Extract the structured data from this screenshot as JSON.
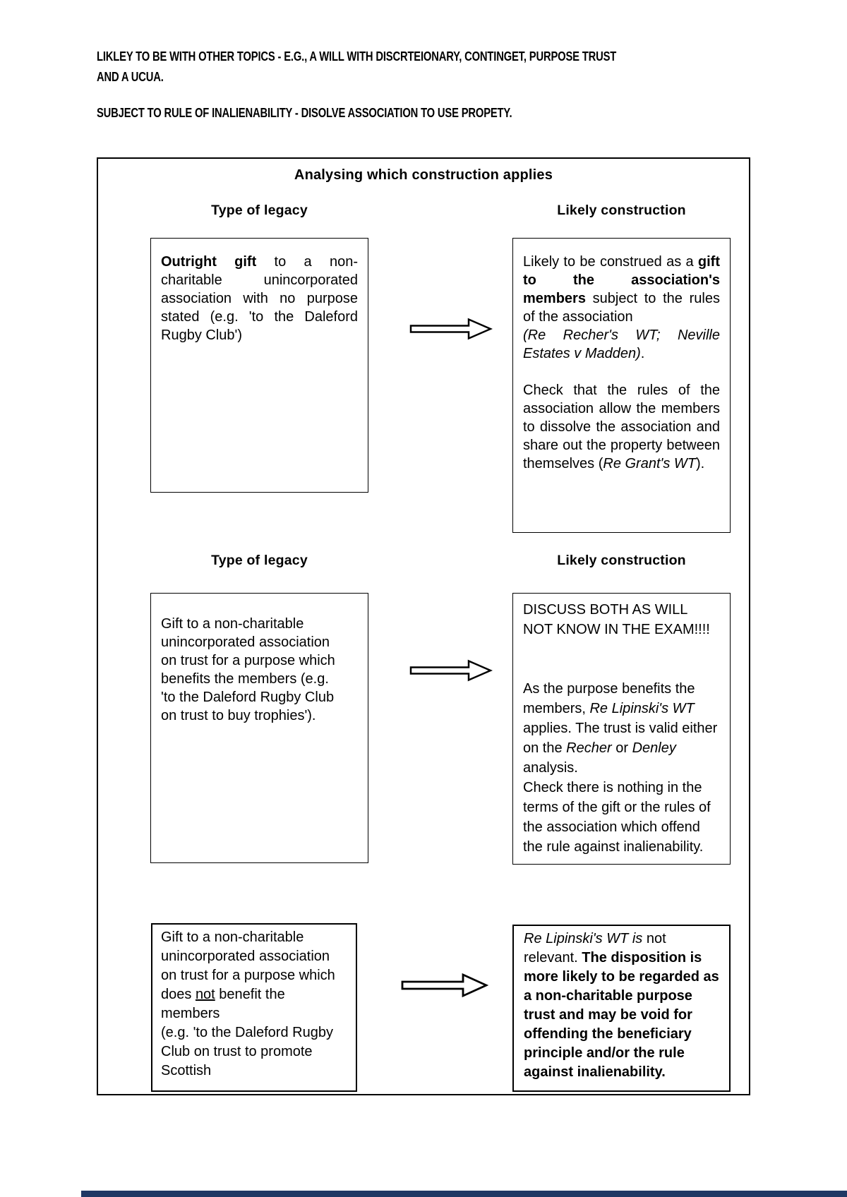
{
  "page": {
    "intro": {
      "para1_lines": [
        "LIKLEY TO BE WITH OTHER TOPICS - E.G., A WILL WITH DISCRTEIONARY, CONTINGET, PURPOSE TRUST",
        "AND A UCUA."
      ],
      "para2": "SUBJECT TO RULE OF INALIENABILITY - DISOLVE ASSOCIATION TO USE PROPETY."
    },
    "footer_bar_color": "#1f3864"
  },
  "diagram": {
    "title": "Analysing which construction applies",
    "header_legacy": "Type of legacy",
    "header_construction": "Likely construction",
    "rows": [
      {
        "legacy": [
          [
            {
              "t": "Outright gift",
              "b": true
            },
            {
              "t": " to a non-charitable unincorporated association with no purpose stated (e.g. 'to the Daleford Rugby Club')"
            }
          ]
        ],
        "construction": [
          [
            {
              "t": "Likely to be construed as a "
            },
            {
              "t": "gift to the association's members",
              "b": true
            },
            {
              "t": " subject to the rules of the association"
            }
          ],
          [
            {
              "t": "(Re Recher's WT; Neville Estates v Madden)",
              "i": true
            },
            {
              "t": "."
            }
          ],
          [],
          [
            {
              "t": "Check that the rules of the association allow the members to dissolve the association and share out the property between themselves ("
            },
            {
              "t": "Re Grant's WT",
              "i": true
            },
            {
              "t": ")."
            }
          ]
        ]
      },
      {
        "legacy": [
          [
            {
              "t": "Gift to a non-charitable unincorporated association on trust for a purpose which benefits the members (e.g. 'to the Daleford Rugby Club on trust to buy trophies')."
            }
          ]
        ],
        "construction": [
          [
            {
              "t": "DISCUSS BOTH AS WILL"
            }
          ],
          [
            {
              "t": "NOT KNOW IN THE EXAM!!!!"
            }
          ],
          [],
          [],
          [
            {
              "t": "As the purpose benefits the members, "
            },
            {
              "t": "Re Lipinski's WT",
              "i": true
            },
            {
              "t": " applies. The trust is valid either on the "
            },
            {
              "t": "Recher",
              "i": true
            },
            {
              "t": " or "
            },
            {
              "t": "Denley",
              "i": true
            },
            {
              "t": " analysis."
            }
          ],
          [
            {
              "t": "Check there is nothing in the terms of the gift or the rules of the association which offend the rule against inalienability."
            }
          ]
        ]
      },
      {
        "legacy": [
          [
            {
              "t": "Gift to a non-charitable unincorporated association on trust for  a purpose which does "
            },
            {
              "t": "not",
              "u": true
            },
            {
              "t": " benefit the members"
            }
          ],
          [
            {
              "t": "(e.g. 'to the Daleford Rugby Club on trust to promote Scottish"
            }
          ]
        ],
        "construction": [
          [
            {
              "t": "Re Lipinski's WT is",
              "i": true
            },
            {
              "t": " not relevant. "
            },
            {
              "t": "The disposition is more likely to be regarded as a non-charitable purpose trust and may be void for offending the beneficiary principle and/or the rule against inalienability.",
              "b": true
            }
          ]
        ]
      }
    ]
  }
}
